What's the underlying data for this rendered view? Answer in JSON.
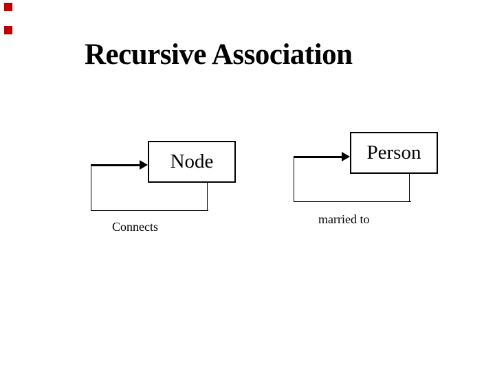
{
  "slide": {
    "title": "Recursive Association",
    "colors": {
      "background": "#ffffff",
      "foreground": "#000000",
      "marker_red": "#c00000"
    },
    "markers": {
      "top": "red-square",
      "bottom": "red-square"
    },
    "diagrams": {
      "node": {
        "class_name": "Node",
        "association_label": "Connects"
      },
      "person": {
        "class_name": "Person",
        "association_label": "married to"
      }
    }
  }
}
